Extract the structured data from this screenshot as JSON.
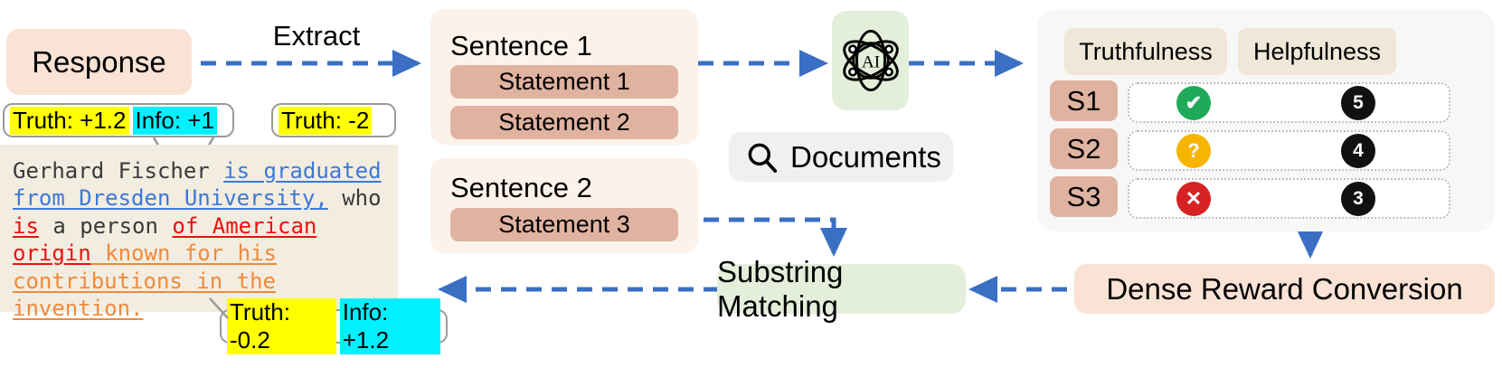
{
  "diagram": {
    "title_nodes": {
      "response": "Response",
      "extract_label": "Extract",
      "documents": "Documents",
      "ai_node": "AI",
      "substring_matching": "Substring Matching",
      "dense_reward_conversion": "Dense Reward Conversion"
    },
    "callouts": [
      {
        "name": "top-left-callout",
        "truth": "Truth: +1.2",
        "info": "Info: +1"
      },
      {
        "name": "top-mid-callout",
        "truth": "Truth: -2",
        "info": ""
      },
      {
        "name": "bottom-callout",
        "truth": "Truth: -0.2",
        "info": "Info: +1.2"
      }
    ],
    "response_text": {
      "segments": [
        {
          "text": "Gerhard Fischer ",
          "style": "plain"
        },
        {
          "text": "is graduated from Dresden University,",
          "style": "blue"
        },
        {
          "text": " who ",
          "style": "plain"
        },
        {
          "text": "is",
          "style": "red"
        },
        {
          "text": " a person ",
          "style": "plain"
        },
        {
          "text": "of American origin",
          "style": "red"
        },
        {
          "text": " known for his contributions in the invention.",
          "style": "orange"
        }
      ]
    },
    "sentences": [
      {
        "label": "Sentence 1",
        "statements": [
          "Statement 1",
          "Statement 2"
        ]
      },
      {
        "label": "Sentence 2",
        "statements": [
          "Statement 3"
        ]
      }
    ],
    "evaluation_table": {
      "columns": [
        "Truthfulness",
        "Helpfulness"
      ],
      "rows": [
        {
          "id": "S1",
          "truthfulness_icon": "check-circle-icon",
          "truthfulness_state": "true",
          "helpfulness": "5"
        },
        {
          "id": "S2",
          "truthfulness_icon": "question-circle-icon",
          "truthfulness_state": "unknown",
          "helpfulness": "4"
        },
        {
          "id": "S3",
          "truthfulness_icon": "cross-circle-icon",
          "truthfulness_state": "false",
          "helpfulness": "3"
        }
      ]
    },
    "colors": {
      "peach": "#FAE2D4",
      "salmon": "#E0B3A1",
      "green": "#E3EFDA",
      "panel_grey": "#F7F7F7",
      "header_cream": "#EFE7D7",
      "arrow_blue": "#3A6FC4",
      "highlight_yellow": "#FFFF00",
      "highlight_cyan": "#00F0FF",
      "text_blue": "#3C78D8",
      "text_red": "#EE1111",
      "text_orange": "#F08A3C",
      "status_green": "#1FAA59",
      "status_yellow": "#F7B500",
      "status_red": "#D62222",
      "status_black": "#111111"
    }
  }
}
